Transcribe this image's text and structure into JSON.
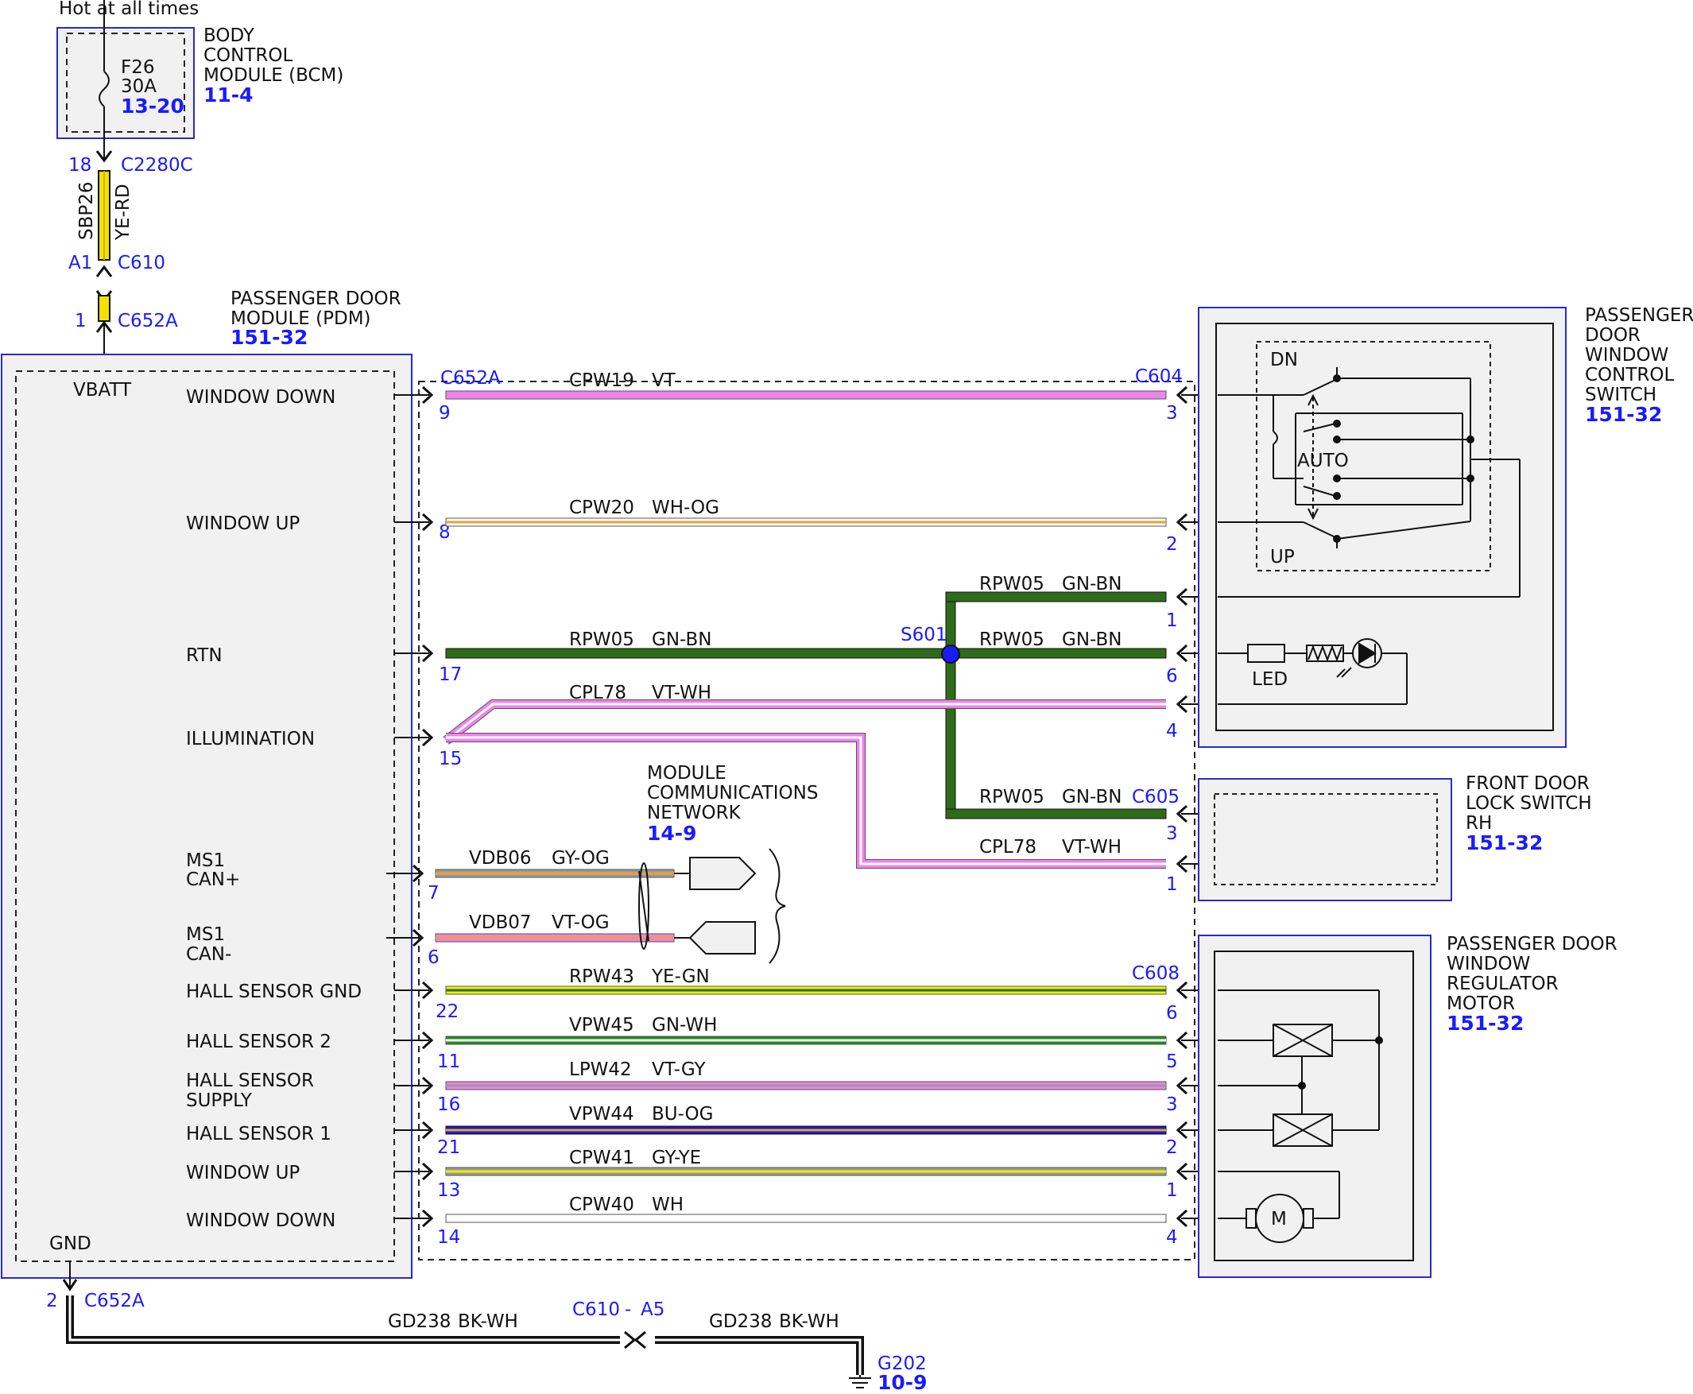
{
  "power_source": {
    "hot_label": "Hot at all times",
    "module_name": [
      "BODY",
      "CONTROL",
      "MODULE (BCM)"
    ],
    "module_ref": "11-4",
    "fuse_name": "F26",
    "fuse_rating": "30A",
    "fuse_ref": "13-20"
  },
  "feed": {
    "bcm_pin": "18",
    "bcm_connector": "C2280C",
    "circuit": "SBP26",
    "color": "YE-RD",
    "inline_pin": "A1",
    "inline_connector": "C610",
    "pdm_pin": "1",
    "pdm_connector": "C652A"
  },
  "pdm": {
    "name": [
      "PASSENGER DOOR",
      "MODULE (PDM)"
    ],
    "ref": "151-32",
    "vbatt": "VBATT",
    "gnd": "GND",
    "connector": "C652A",
    "signals": [
      {
        "label": "WINDOW DOWN",
        "pin": "9"
      },
      {
        "label": "WINDOW UP",
        "pin": "8"
      },
      {
        "label": "RTN",
        "pin": "17"
      },
      {
        "label": "ILLUMINATION",
        "pin": "15"
      },
      {
        "label": "MS1",
        "label2": "CAN+",
        "pin": "7"
      },
      {
        "label": "MS1",
        "label2": "CAN-",
        "pin": "6"
      },
      {
        "label": "HALL SENSOR GND",
        "pin": "22"
      },
      {
        "label": "HALL SENSOR 2",
        "pin": "11"
      },
      {
        "label": "HALL SENSOR",
        "label2": "SUPPLY",
        "pin": "16"
      },
      {
        "label": "HALL SENSOR 1",
        "pin": "21"
      },
      {
        "label": "WINDOW UP",
        "pin": "13"
      },
      {
        "label": "WINDOW DOWN",
        "pin": "14"
      }
    ]
  },
  "wires": [
    {
      "circuit": "CPW19",
      "color": "VT",
      "pdm_pin": "9",
      "far_pin": "3",
      "colors": [
        "#ee82ee",
        "#ee82ee"
      ]
    },
    {
      "circuit": "CPW20",
      "color": "WH-OG",
      "pdm_pin": "8",
      "far_pin": "2",
      "colors": [
        "#ffffff",
        "#f0a030"
      ]
    },
    {
      "circuit": "RPW05",
      "color": "GN-BN",
      "pdm_pin": "17",
      "far_pin": "6",
      "colors": [
        "#2e6b1a",
        "#2e6b1a"
      ]
    },
    {
      "circuit": "CPL78",
      "color": "VT-WH",
      "pdm_pin": "15",
      "far_pin": "4",
      "colors": [
        "#ee82ee",
        "#ffffff"
      ]
    },
    {
      "circuit": "RPW43",
      "color": "YE-GN",
      "pdm_pin": "22",
      "far_pin": "6",
      "colors": [
        "#f0f000",
        "#2e6b1a"
      ]
    },
    {
      "circuit": "VPW45",
      "color": "GN-WH",
      "pdm_pin": "11",
      "far_pin": "5",
      "colors": [
        "#1e8b1e",
        "#ffffff"
      ]
    },
    {
      "circuit": "LPW42",
      "color": "VT-GY",
      "pdm_pin": "16",
      "far_pin": "3",
      "colors": [
        "#ee82ee",
        "#999999"
      ]
    },
    {
      "circuit": "VPW44",
      "color": "BU-OG",
      "pdm_pin": "21",
      "far_pin": "2",
      "colors": [
        "#1a1acc",
        "#f0a030"
      ]
    },
    {
      "circuit": "CPW41",
      "color": "GY-YE",
      "pdm_pin": "13",
      "far_pin": "1",
      "colors": [
        "#999999",
        "#f0f000"
      ]
    },
    {
      "circuit": "CPW40",
      "color": "WH",
      "pdm_pin": "14",
      "far_pin": "4",
      "colors": [
        "#ffffff",
        "#ffffff"
      ]
    }
  ],
  "splice": {
    "name": "S601",
    "branches": [
      {
        "circuit": "RPW05",
        "color": "GN-BN",
        "far_pin": "1"
      },
      {
        "circuit": "RPW05",
        "color": "GN-BN",
        "far_pin": "6"
      },
      {
        "circuit": "RPW05",
        "color": "GN-BN",
        "far_pin": "3"
      }
    ]
  },
  "cpl78_branch": {
    "circuit": "CPL78",
    "color": "VT-WH",
    "far_pin": "1"
  },
  "can": {
    "title": [
      "MODULE",
      "COMMUNICATIONS",
      "NETWORK"
    ],
    "ref": "14-9",
    "wires": [
      {
        "circuit": "VDB06",
        "color": "GY-OG"
      },
      {
        "circuit": "VDB07",
        "color": "VT-OG"
      }
    ]
  },
  "components": {
    "switch": {
      "name": [
        "PASSENGER",
        "DOOR",
        "WINDOW",
        "CONTROL",
        "SWITCH"
      ],
      "ref": "151-32",
      "connector": "C604",
      "dn": "DN",
      "up": "UP",
      "auto": "AUTO",
      "led": "LED"
    },
    "lock_switch": {
      "name": [
        "FRONT DOOR",
        "LOCK SWITCH",
        "RH"
      ],
      "ref": "151-32",
      "connector": "C605"
    },
    "motor": {
      "name": [
        "PASSENGER DOOR",
        "WINDOW",
        "REGULATOR",
        "MOTOR"
      ],
      "ref": "151-32",
      "connector": "C608",
      "symbol": "M"
    }
  },
  "ground": {
    "pdm_pin": "2",
    "pdm_connector": "C652A",
    "circuit": "GD238",
    "color": "BK-WH",
    "inline_connector": "C610",
    "inline_sep": "-",
    "inline_pin": "A5",
    "ground_point": "G202",
    "ground_ref": "10-9"
  }
}
